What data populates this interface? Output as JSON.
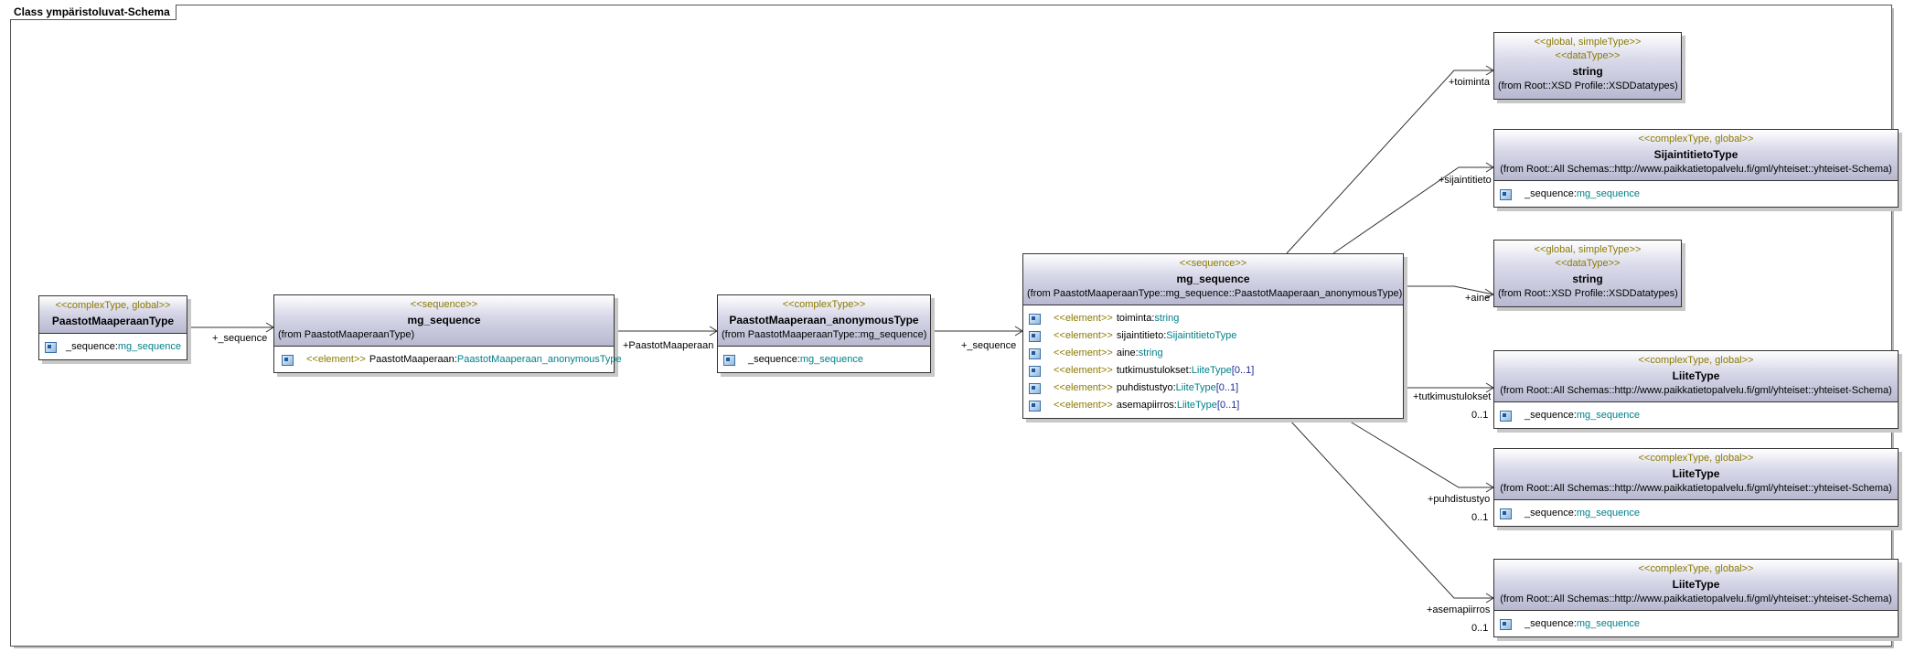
{
  "frame_title": "Class ympäristoluvat-Schema",
  "classes": {
    "paastot_type": {
      "stereotype": "<<complexType, global>>",
      "name": "PaastotMaaperaanType",
      "attr_name": "_sequence:",
      "attr_type": "mg_sequence"
    },
    "mg_seq1": {
      "stereotype": "<<sequence>>",
      "name": "mg_sequence",
      "from": "(from PaastotMaaperaanType)",
      "attr_stereo": "<<element>>",
      "attr_name": "PaastotMaaperaan:",
      "attr_type": "PaastotMaaperaan_anonymousType"
    },
    "anon_type": {
      "stereotype": "<<complexType>>",
      "name": "PaastotMaaperaan_anonymousType",
      "from": "(from PaastotMaaperaanType::mg_sequence)",
      "attr_name": "_sequence:",
      "attr_type": "mg_sequence"
    },
    "mg_seq2": {
      "stereotype": "<<sequence>>",
      "name": "mg_sequence",
      "from": "(from PaastotMaaperaanType::mg_sequence::PaastotMaaperaan_anonymousType)",
      "attrs": [
        {
          "stereo": "<<element>>",
          "name": "toiminta:",
          "type": "string",
          "mult": ""
        },
        {
          "stereo": "<<element>>",
          "name": "sijaintitieto:",
          "type": "SijaintitietoType",
          "mult": ""
        },
        {
          "stereo": "<<element>>",
          "name": "aine:",
          "type": "string",
          "mult": ""
        },
        {
          "stereo": "<<element>>",
          "name": "tutkimustulokset:",
          "type": "LiiteType",
          "mult": "[0..1]"
        },
        {
          "stereo": "<<element>>",
          "name": "puhdistustyo:",
          "type": "LiiteType",
          "mult": "[0..1]"
        },
        {
          "stereo": "<<element>>",
          "name": "asemapiirros:",
          "type": "LiiteType",
          "mult": "[0..1]"
        }
      ]
    },
    "string1": {
      "stereo1": "<<global, simpleType>>",
      "stereo2": "<<dataType>>",
      "name": "string",
      "from": "(from Root::XSD Profile::XSDDatatypes)"
    },
    "sijainti": {
      "stereotype": "<<complexType, global>>",
      "name": "SijaintitietoType",
      "from": "(from Root::All Schemas::http://www.paikkatietopalvelu.fi/gml/yhteiset::yhteiset-Schema)",
      "attr_name": "_sequence:",
      "attr_type": "mg_sequence"
    },
    "string2": {
      "stereo1": "<<global, simpleType>>",
      "stereo2": "<<dataType>>",
      "name": "string",
      "from": "(from Root::XSD Profile::XSDDatatypes)"
    },
    "liite1": {
      "stereotype": "<<complexType, global>>",
      "name": "LiiteType",
      "from": "(from Root::All Schemas::http://www.paikkatietopalvelu.fi/gml/yhteiset::yhteiset-Schema)",
      "attr_name": "_sequence:",
      "attr_type": "mg_sequence"
    },
    "liite2": {
      "stereotype": "<<complexType, global>>",
      "name": "LiiteType",
      "from": "(from Root::All Schemas::http://www.paikkatietopalvelu.fi/gml/yhteiset::yhteiset-Schema)",
      "attr_name": "_sequence:",
      "attr_type": "mg_sequence"
    },
    "liite3": {
      "stereotype": "<<complexType, global>>",
      "name": "LiiteType",
      "from": "(from Root::All Schemas::http://www.paikkatietopalvelu.fi/gml/yhteiset::yhteiset-Schema)",
      "attr_name": "_sequence:",
      "attr_type": "mg_sequence"
    }
  },
  "assoc_labels": {
    "a1": "+_sequence",
    "a2": "+PaastotMaaperaan",
    "a3": "+_sequence",
    "toiminta": "+toiminta",
    "sijaintitieto": "+sijaintitieto",
    "aine": "+aine",
    "tutkimustulokset": "+tutkimustulokset",
    "tutkimustulokset_mult": "0..1",
    "puhdistustyo": "+puhdistustyo",
    "puhdistustyo_mult": "0..1",
    "asemapiirros": "+asemapiirros",
    "asemapiirros_mult": "0..1"
  },
  "colors": {
    "stereotype": "#8a7a00",
    "type": "#00808a",
    "header_gradient_end": "#b8b8d0"
  }
}
